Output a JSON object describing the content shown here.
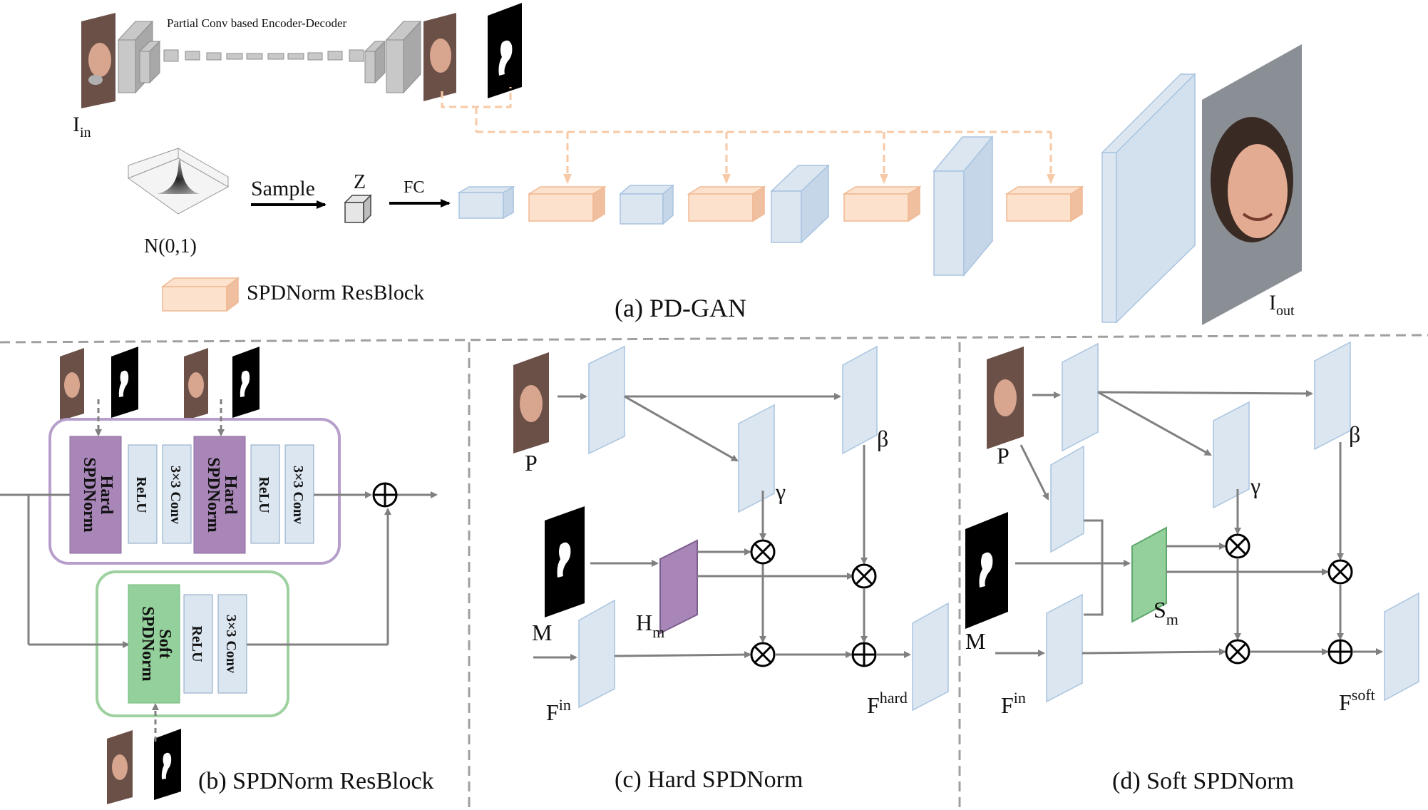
{
  "panel_a": {
    "encoder_title": "Partial Conv based Encoder-Decoder",
    "input_label": "I",
    "input_sub": "in",
    "dist_label": "N(0,1)",
    "sample_label": "Sample",
    "z_label": "Z",
    "fc_label": "FC",
    "legend_label": "SPDNorm  ResBlock",
    "output_label": "I",
    "output_sub": "out",
    "caption": "(a) PD-GAN"
  },
  "panel_b": {
    "hard_line1": "Hard",
    "hard_line2": "SPDNorm",
    "relu": "ReLU",
    "conv": "3×3 Conv",
    "soft_line1": "Soft",
    "soft_line2": "SPDNorm",
    "caption": "(b) SPDNorm ResBlock"
  },
  "panel_c": {
    "p_label": "P",
    "m_label": "M",
    "beta": "β",
    "gamma": "γ",
    "h_label": "H",
    "h_sub": "m",
    "fin_label": "F",
    "fin_sup": "in",
    "fout_label": "F",
    "fout_sup": "hard",
    "caption": "(c) Hard SPDNorm"
  },
  "panel_d": {
    "p_label": "P",
    "m_label": "M",
    "beta": "β",
    "gamma": "γ",
    "s_label": "S",
    "s_sub": "m",
    "fin_label": "F",
    "fin_sup": "in",
    "fout_label": "F",
    "fout_sup": "soft",
    "caption": "(d) Soft SPDNorm"
  },
  "colors": {
    "blue_face": "#dbe6f1",
    "blue_edge": "#a9c4e0",
    "orange_face": "#fce1cc",
    "orange_edge": "#f0b993",
    "purple": "#a886b8",
    "purple_border": "#b79fcc",
    "green": "#93d09b",
    "green_border": "#9ed19f",
    "arrow": "#808080",
    "dashed_orange": "#f7c9a6",
    "divider": "#a0a0a0"
  }
}
